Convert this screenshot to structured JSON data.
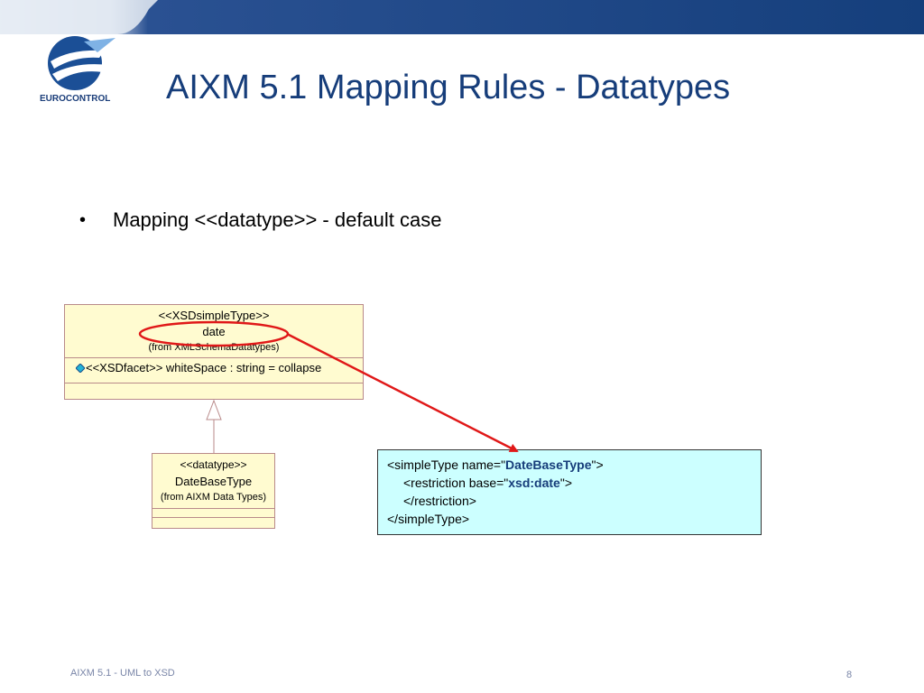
{
  "header": {
    "brand_text": "EUROCONTROL",
    "title": "AIXM 5.1 Mapping Rules - Datatypes",
    "brand_color": "#163d7a"
  },
  "content": {
    "bullet_symbol": "•",
    "bullet_text": "Mapping <<datatype>> - default case"
  },
  "uml_date_class": {
    "stereotype": "<<XSDsimpleType>>",
    "name": "date",
    "from": "(from XMLSchemaDatatypes)",
    "attribute": "<<XSDfacet>> whiteSpace : string = collapse",
    "attribute_icon": "attribute-icon"
  },
  "uml_datebasetype_class": {
    "stereotype": "<<datatype>>",
    "name": "DateBaseType",
    "from": "(from AIXM Data Types)"
  },
  "xsd": {
    "l1_pre": "<simpleType name=\"",
    "l1_val": "DateBaseType",
    "l1_post": "\">",
    "l2_pre": "<restriction base=\"",
    "l2_val": "xsd:date",
    "l2_post": "\">",
    "l3": "</restriction>",
    "l4": "</simpleType>"
  },
  "footer": {
    "left": "AIXM 5.1 - UML to XSD",
    "page_number": "8"
  },
  "colors": {
    "highlight_red": "#e01818",
    "uml_fill": "#fffbd0",
    "xsd_fill": "#ccffff"
  }
}
